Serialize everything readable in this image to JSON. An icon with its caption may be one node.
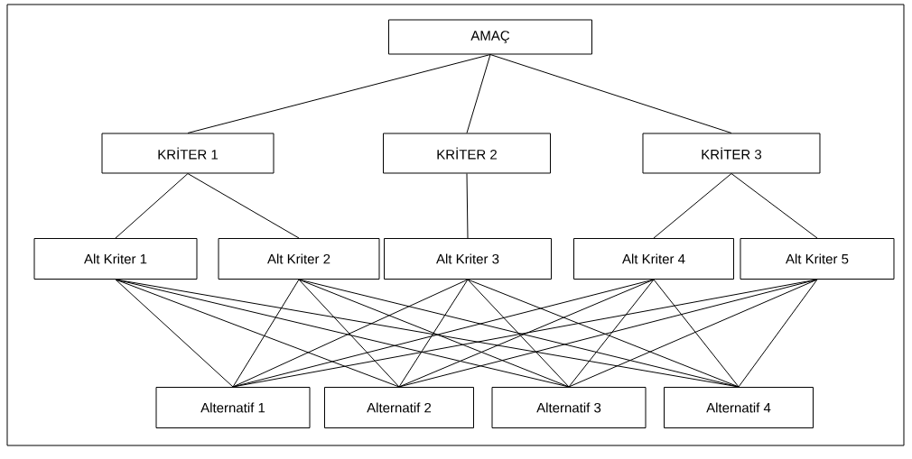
{
  "diagram": {
    "nodes": [
      {
        "text": [
          "AMAÇ"
        ]
      },
      {
        "text": [
          "KRİTER 1"
        ]
      },
      {
        "text": [
          "KRİTER 2"
        ]
      },
      {
        "text": [
          "KRİTER 3"
        ]
      },
      {
        "text": [
          "Alt Kriter 1"
        ]
      },
      {
        "text": [
          "Alt Kriter 2"
        ]
      },
      {
        "text": [
          "Alt Kriter 3"
        ]
      },
      {
        "text": [
          "Alt Kriter 4"
        ]
      },
      {
        "text": [
          "Alt Kriter 5"
        ]
      },
      {
        "text": [
          "Alternatif 1"
        ]
      },
      {
        "text": [
          "Alternatif 2"
        ]
      },
      {
        "text": [
          "Alternatif 3"
        ]
      },
      {
        "text": [
          "Alternatif 4"
        ]
      }
    ],
    "edges": [
      {
        "from": 0,
        "to": 1,
        "arrow": "none"
      },
      {
        "from": 0,
        "to": 2,
        "arrow": "none"
      },
      {
        "from": 0,
        "to": 3,
        "arrow": "none"
      },
      {
        "from": 1,
        "to": 4,
        "arrow": "none"
      },
      {
        "from": 1,
        "to": 5,
        "arrow": "none"
      },
      {
        "from": 2,
        "to": 6,
        "arrow": "none"
      },
      {
        "from": 3,
        "to": 7,
        "arrow": "none"
      },
      {
        "from": 3,
        "to": 8,
        "arrow": "none"
      },
      {
        "from": 4,
        "to": 9,
        "arrow": "none"
      },
      {
        "from": 4,
        "to": 10,
        "arrow": "none"
      },
      {
        "from": 4,
        "to": 11,
        "arrow": "none"
      },
      {
        "from": 4,
        "to": 12,
        "arrow": "none"
      },
      {
        "from": 5,
        "to": 9,
        "arrow": "none"
      },
      {
        "from": 5,
        "to": 10,
        "arrow": "none"
      },
      {
        "from": 5,
        "to": 11,
        "arrow": "none"
      },
      {
        "from": 5,
        "to": 12,
        "arrow": "none"
      },
      {
        "from": 6,
        "to": 9,
        "arrow": "none"
      },
      {
        "from": 6,
        "to": 10,
        "arrow": "none"
      },
      {
        "from": 6,
        "to": 11,
        "arrow": "none"
      },
      {
        "from": 6,
        "to": 12,
        "arrow": "none"
      },
      {
        "from": 7,
        "to": 9,
        "arrow": "none"
      },
      {
        "from": 7,
        "to": 10,
        "arrow": "none"
      },
      {
        "from": 7,
        "to": 11,
        "arrow": "none"
      },
      {
        "from": 7,
        "to": 12,
        "arrow": "none"
      },
      {
        "from": 8,
        "to": 9,
        "arrow": "none"
      },
      {
        "from": 8,
        "to": 10,
        "arrow": "none"
      },
      {
        "from": 8,
        "to": 11,
        "arrow": "none"
      },
      {
        "from": 8,
        "to": 12,
        "arrow": "none"
      }
    ]
  }
}
